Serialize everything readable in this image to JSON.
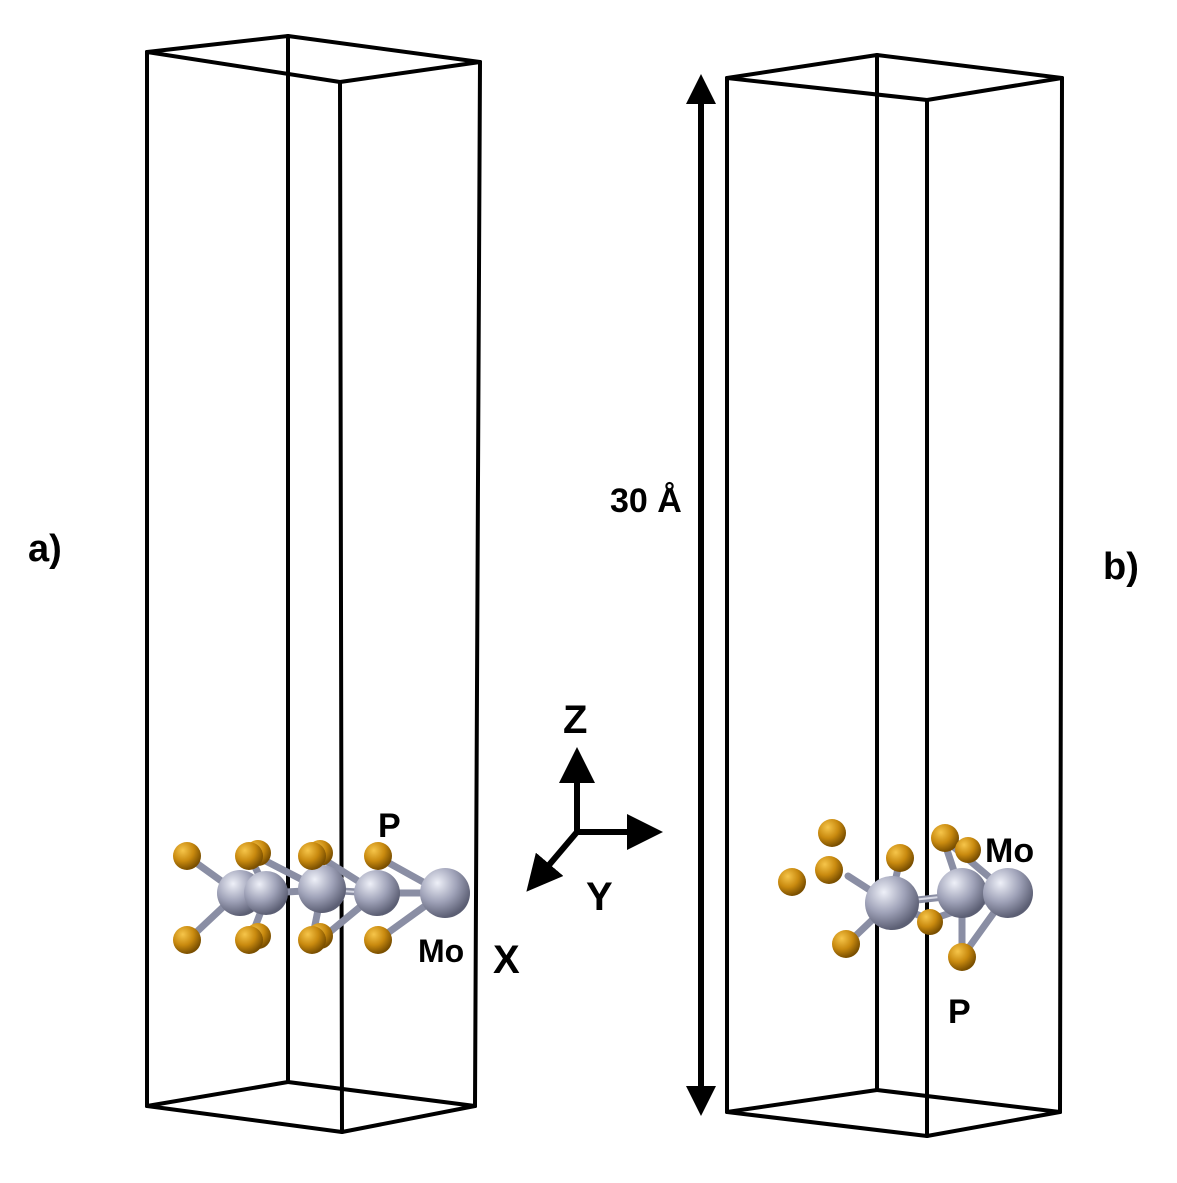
{
  "panel_a": {
    "label": "a)",
    "atom_label_p": "P",
    "atom_label_mo": "Mo"
  },
  "panel_b": {
    "label": "b)",
    "atom_label_p": "P",
    "atom_label_mo": "Mo"
  },
  "dimension": {
    "label": "30 Å"
  },
  "axes": {
    "z_label": "Z",
    "y_label": "Y",
    "x_label": "X"
  },
  "colors": {
    "phosphorus": "#c98a0f",
    "molybdenum": "#9fa2b8",
    "cell_edge": "#000000"
  }
}
